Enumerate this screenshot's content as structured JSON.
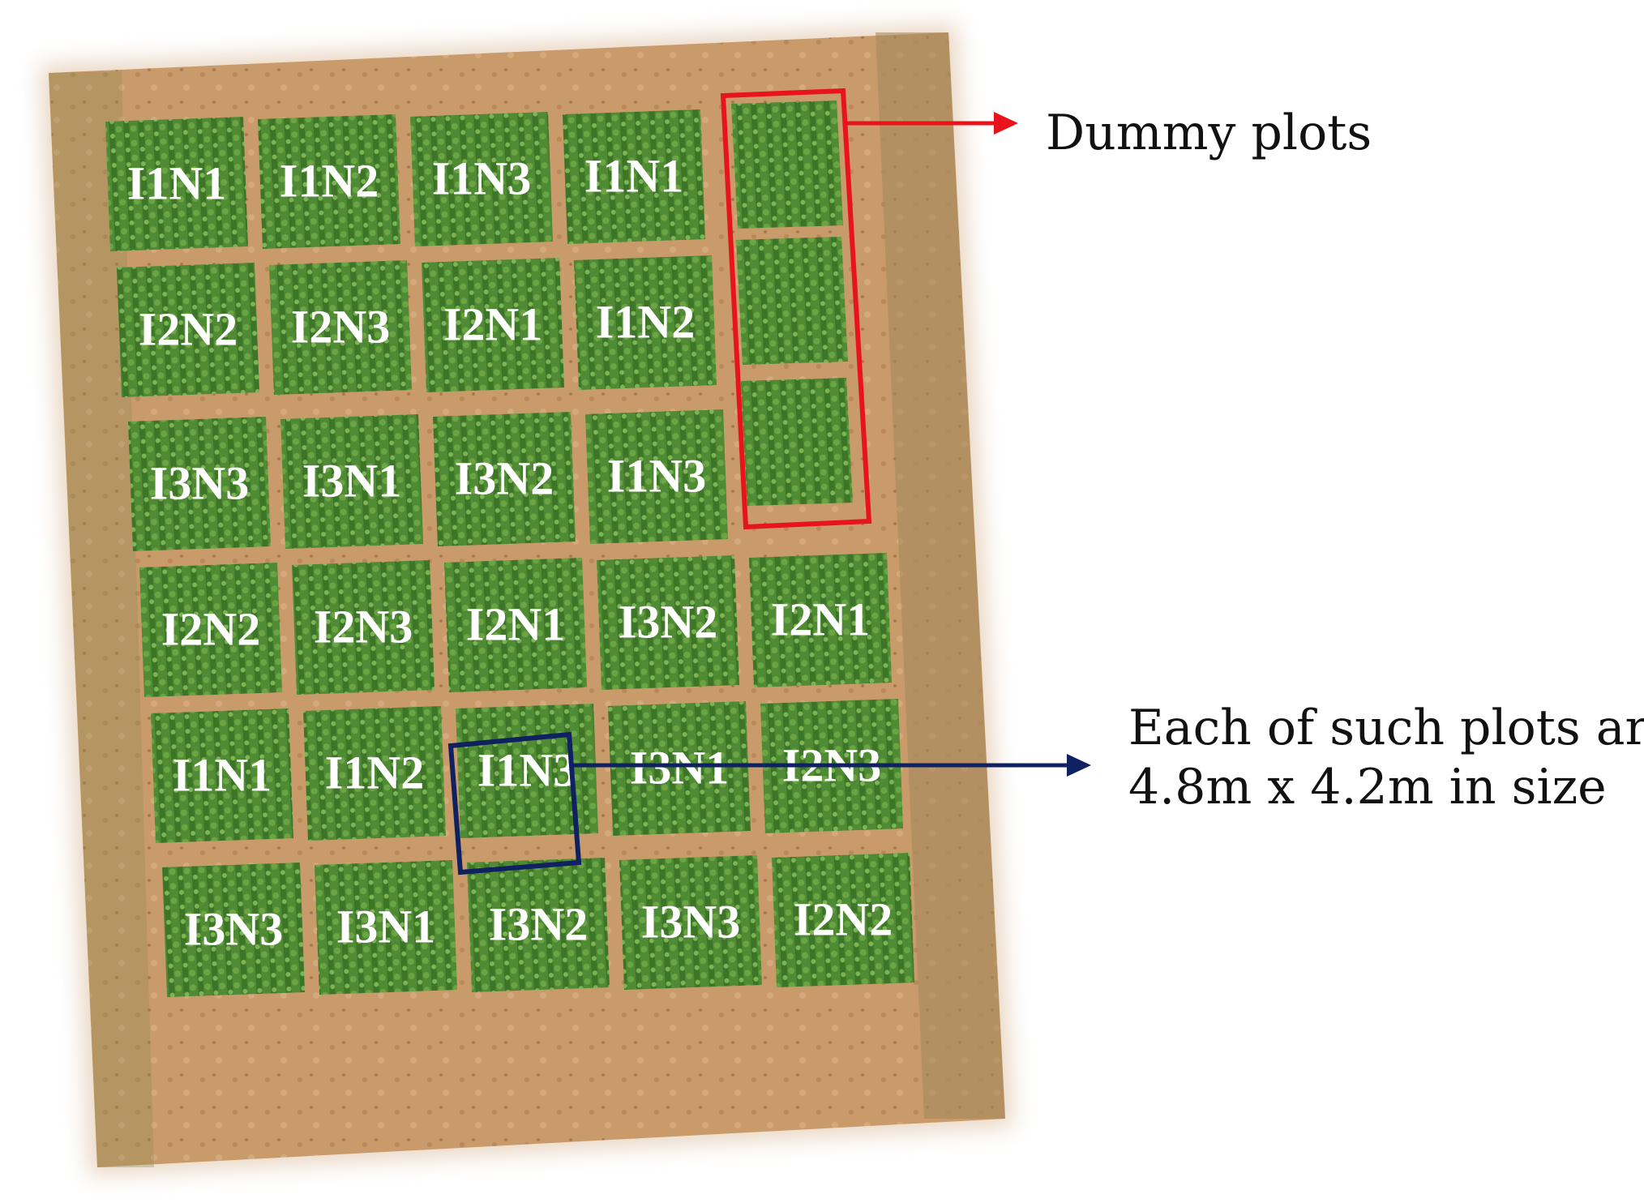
{
  "grid": [
    [
      "I1N1",
      "I1N2",
      "I1N3",
      "I1N1"
    ],
    [
      "I2N2",
      "I2N3",
      "I2N1",
      "I1N2"
    ],
    [
      "I3N3",
      "I3N1",
      "I3N2",
      "I1N3"
    ],
    [
      "I2N2",
      "I2N3",
      "I2N1",
      "I3N2",
      "I2N1"
    ],
    [
      "I1N1",
      "I1N2",
      "I1N3",
      "I3N1",
      "I2N3"
    ],
    [
      "I3N3",
      "I3N1",
      "I3N2",
      "I3N3",
      "I2N2"
    ]
  ],
  "annotations": {
    "dummy": {
      "text": "Dummy plots",
      "color": "#e8141b"
    },
    "size": {
      "line1": "Each of such plots are",
      "line2": "4.8m x 4.2m in size",
      "color": "#0f2161"
    }
  },
  "colors": {
    "soil": "#c99a6a",
    "crop": "#4f8a34",
    "crop_dark": "#2f6222",
    "label": "#ffffff"
  }
}
